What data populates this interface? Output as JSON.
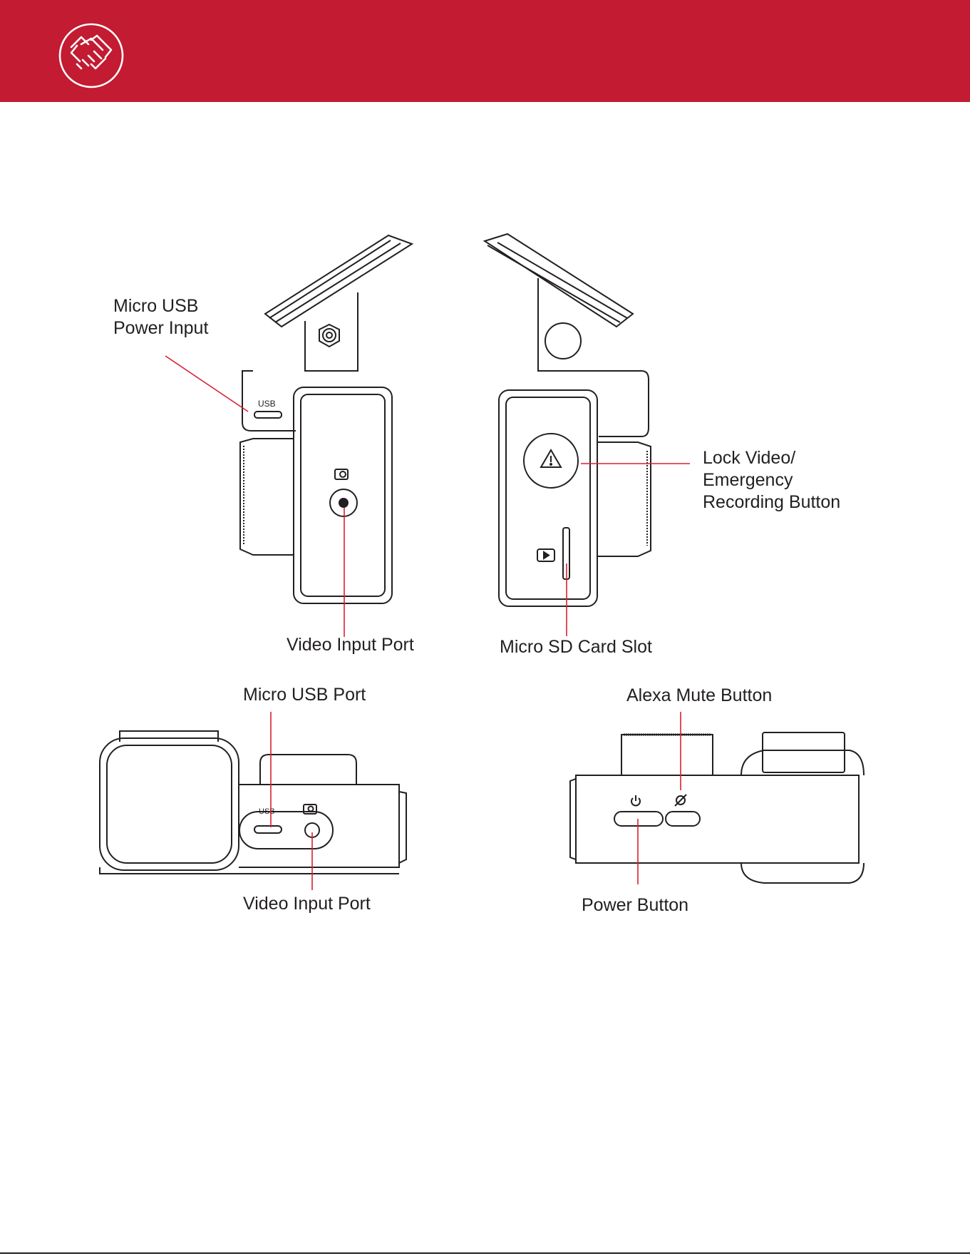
{
  "colors": {
    "brand": "#c21b32",
    "leader": "#d8202f",
    "line": "#231f20"
  },
  "header": {
    "logo_icon": "handshake-icon"
  },
  "callouts": {
    "top_left": {
      "usb_power_input": [
        "Micro USB",
        "Power Input"
      ],
      "video_input_port": "Video Input Port",
      "usb_text": "USB"
    },
    "top_right": {
      "lock_video": [
        "Lock Video/",
        "Emergency",
        "Recording Button"
      ],
      "micro_sd_slot": "Micro SD Card Slot"
    },
    "bottom_left": {
      "micro_usb_port": "Micro USB Port",
      "video_input_port": "Video Input Port",
      "usb_text": "USB"
    },
    "bottom_right": {
      "alexa_mute": "Alexa Mute Button",
      "power_button": "Power Button"
    }
  }
}
